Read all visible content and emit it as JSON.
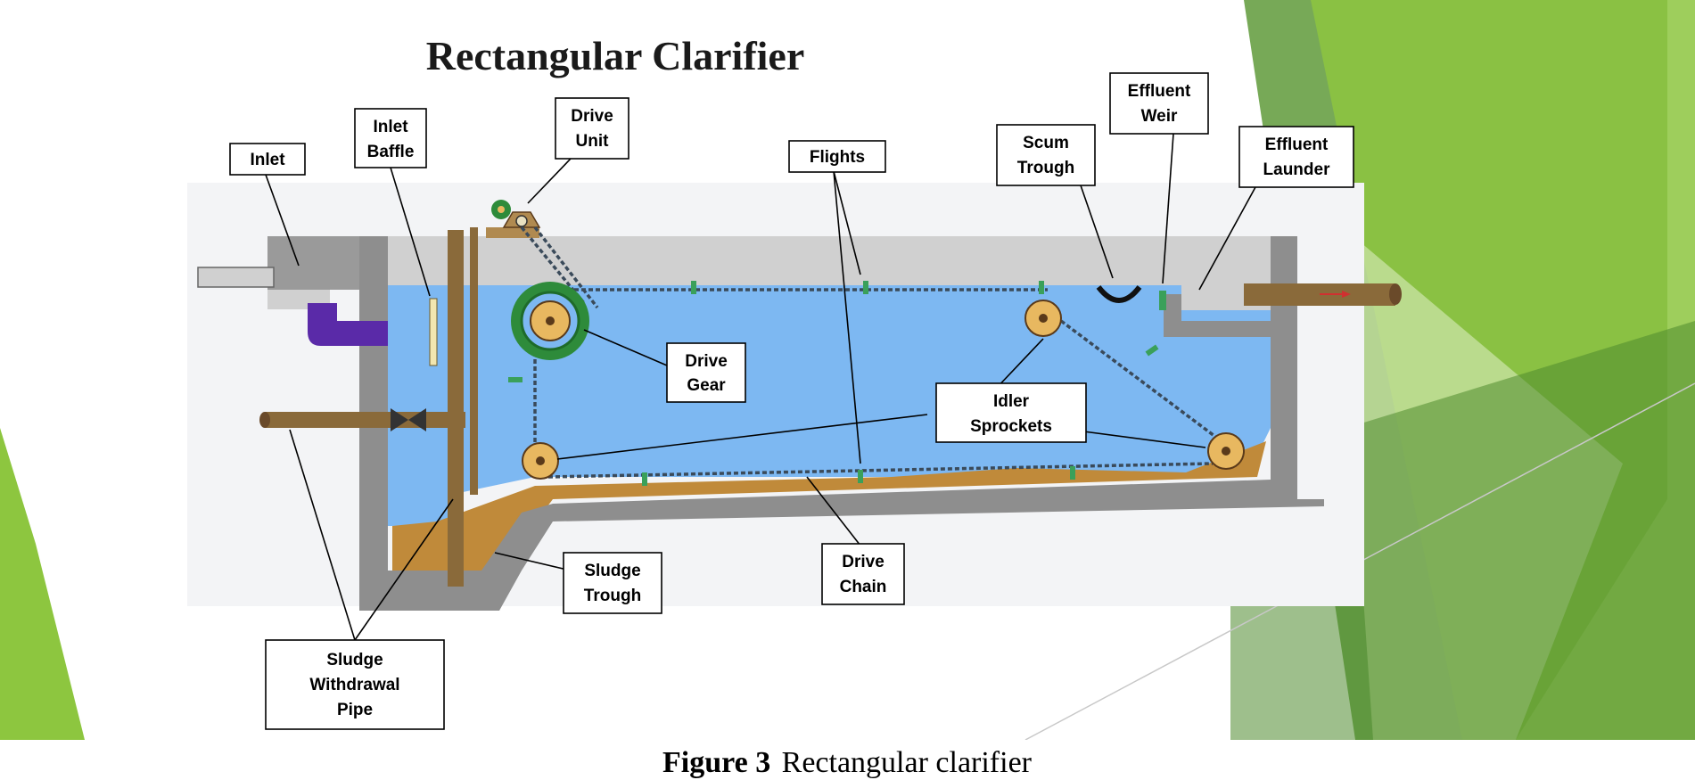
{
  "title": "Rectangular Clarifier",
  "caption": {
    "figure_label": "Figure 3",
    "text": "Rectangular clarifier"
  },
  "labels": {
    "inlet": [
      "Inlet"
    ],
    "inlet_baffle": [
      "Inlet",
      "Baffle"
    ],
    "drive_unit": [
      "Drive",
      "Unit"
    ],
    "flights": [
      "Flights"
    ],
    "scum_trough": [
      "Scum",
      "Trough"
    ],
    "effluent_weir": [
      "Effluent",
      "Weir"
    ],
    "effluent_launder": [
      "Effluent",
      "Launder"
    ],
    "drive_gear": [
      "Drive",
      "Gear"
    ],
    "idler_sprockets": [
      "Idler",
      "Sprockets"
    ],
    "sludge_trough": [
      "Sludge",
      "Trough"
    ],
    "drive_chain": [
      "Drive",
      "Chain"
    ],
    "sludge_withdrawal_pipe": [
      "Sludge",
      "Withdrawal",
      "Pipe"
    ]
  },
  "colors": {
    "water": "#7db8f2",
    "concrete": "#8e8e8e",
    "cover": "#d0d0d0",
    "sludge": "#c08a3a",
    "pipe": "#8a6a3a",
    "gear_green": "#2e8b3a",
    "sprocket": "#e8b860",
    "purple_pipe": "#5a2aa8",
    "accent_green": "#8dc63f"
  }
}
